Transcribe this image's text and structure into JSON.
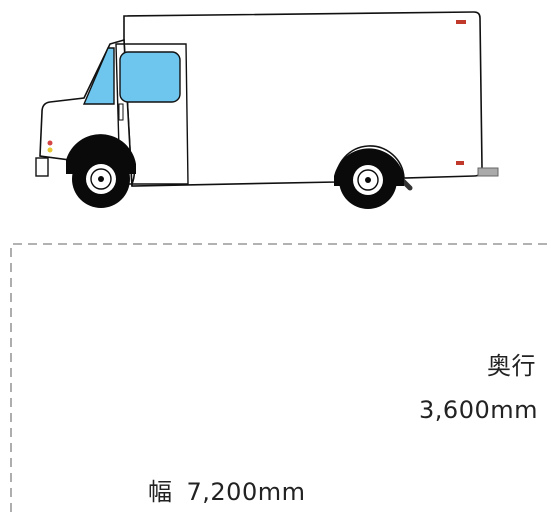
{
  "vehicle": {
    "icon": "box-truck-icon",
    "colors": {
      "body": "#ffffff",
      "outline": "#111111",
      "window": "#6ec6ee",
      "tire": "#0a0a0a",
      "rim": "#ffffff",
      "marker_light": "#c0392b"
    }
  },
  "floor_outline": {
    "style": "dashed",
    "color": "#999999"
  },
  "dimensions": {
    "depth_label": "奥行",
    "depth_value": "3,600mm",
    "width_label": "幅",
    "width_value": "7,200mm"
  }
}
